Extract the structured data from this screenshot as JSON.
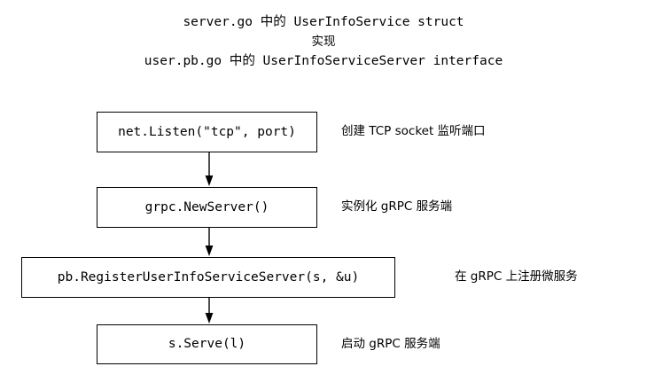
{
  "header": {
    "lines": [
      "server.go 中的 UserInfoService struct",
      "实现",
      "user.pb.go 中的 UserInfoServiceServer interface"
    ]
  },
  "flow": {
    "nodes": [
      {
        "code": "net.Listen(\"tcp\", port)",
        "note": "创建 TCP socket 监听端口"
      },
      {
        "code": "grpc.NewServer()",
        "note": "实例化 gRPC 服务端"
      },
      {
        "code": "pb.RegisterUserInfoServiceServer(s, &u)",
        "note": "在 gRPC 上注册微服务"
      },
      {
        "code": "s.Serve(l)",
        "note": "启动 gRPC 服务端"
      }
    ],
    "connectors": [
      {
        "from": "net.Listen(\"tcp\", port)",
        "to": "grpc.NewServer()"
      },
      {
        "from": "grpc.NewServer()",
        "to": "pb.RegisterUserInfoServiceServer(s, &u)"
      },
      {
        "from": "pb.RegisterUserInfoServiceServer(s, &u)",
        "to": "s.Serve(l)"
      }
    ]
  },
  "colors": {
    "background": "#ffffff",
    "stroke": "#000000",
    "text": "#000000"
  }
}
